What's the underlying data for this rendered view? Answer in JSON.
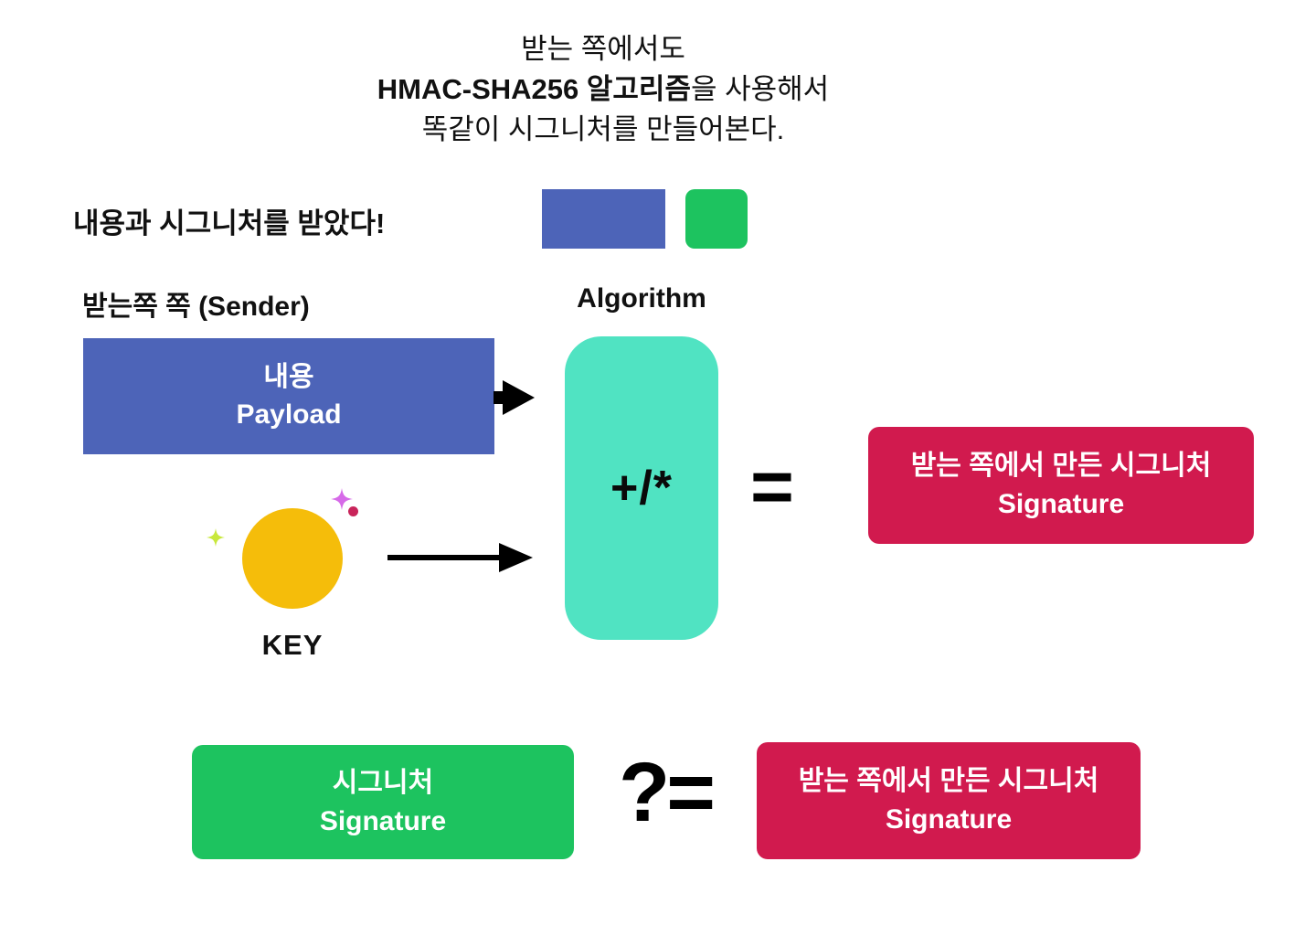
{
  "title": {
    "line1": "받는 쪽에서도",
    "line2_bold": "HMAC-SHA256 알고리즘",
    "line2_rest": "을 사용해서",
    "line3": "똑같이 시그니처를 만들어본다."
  },
  "received": {
    "label_bold": "내용과 시그니처",
    "label_rest": "를 받았다!"
  },
  "section_labels": {
    "sender": "받는쪽 쪽 (Sender)",
    "algorithm": "Algorithm"
  },
  "payload_box": {
    "line1": "내용",
    "line2": "Payload"
  },
  "algorithm_box": {
    "symbol": "+/*"
  },
  "key": {
    "label": "KEY"
  },
  "equals_operator": "=",
  "result_box_top": {
    "line1": "받는 쪽에서 만든 시그니처",
    "line2": "Signature"
  },
  "compare": {
    "signature_box": {
      "line1": "시그니처",
      "line2": "Signature"
    },
    "operator": "?=",
    "result_box": {
      "line1": "받는 쪽에서 만든 시그니처",
      "line2": "Signature"
    }
  },
  "colors": {
    "blue": "#4d64b8",
    "teal": "#50e3c2",
    "green": "#1dc35f",
    "crimson": "#d11a4e",
    "yellow": "#f5bd0a",
    "sparkle_orchid": "#d66ae8",
    "sparkle_green": "#c8e83c",
    "dot_crimson": "#c8245a",
    "black": "#000000",
    "white": "#ffffff"
  }
}
